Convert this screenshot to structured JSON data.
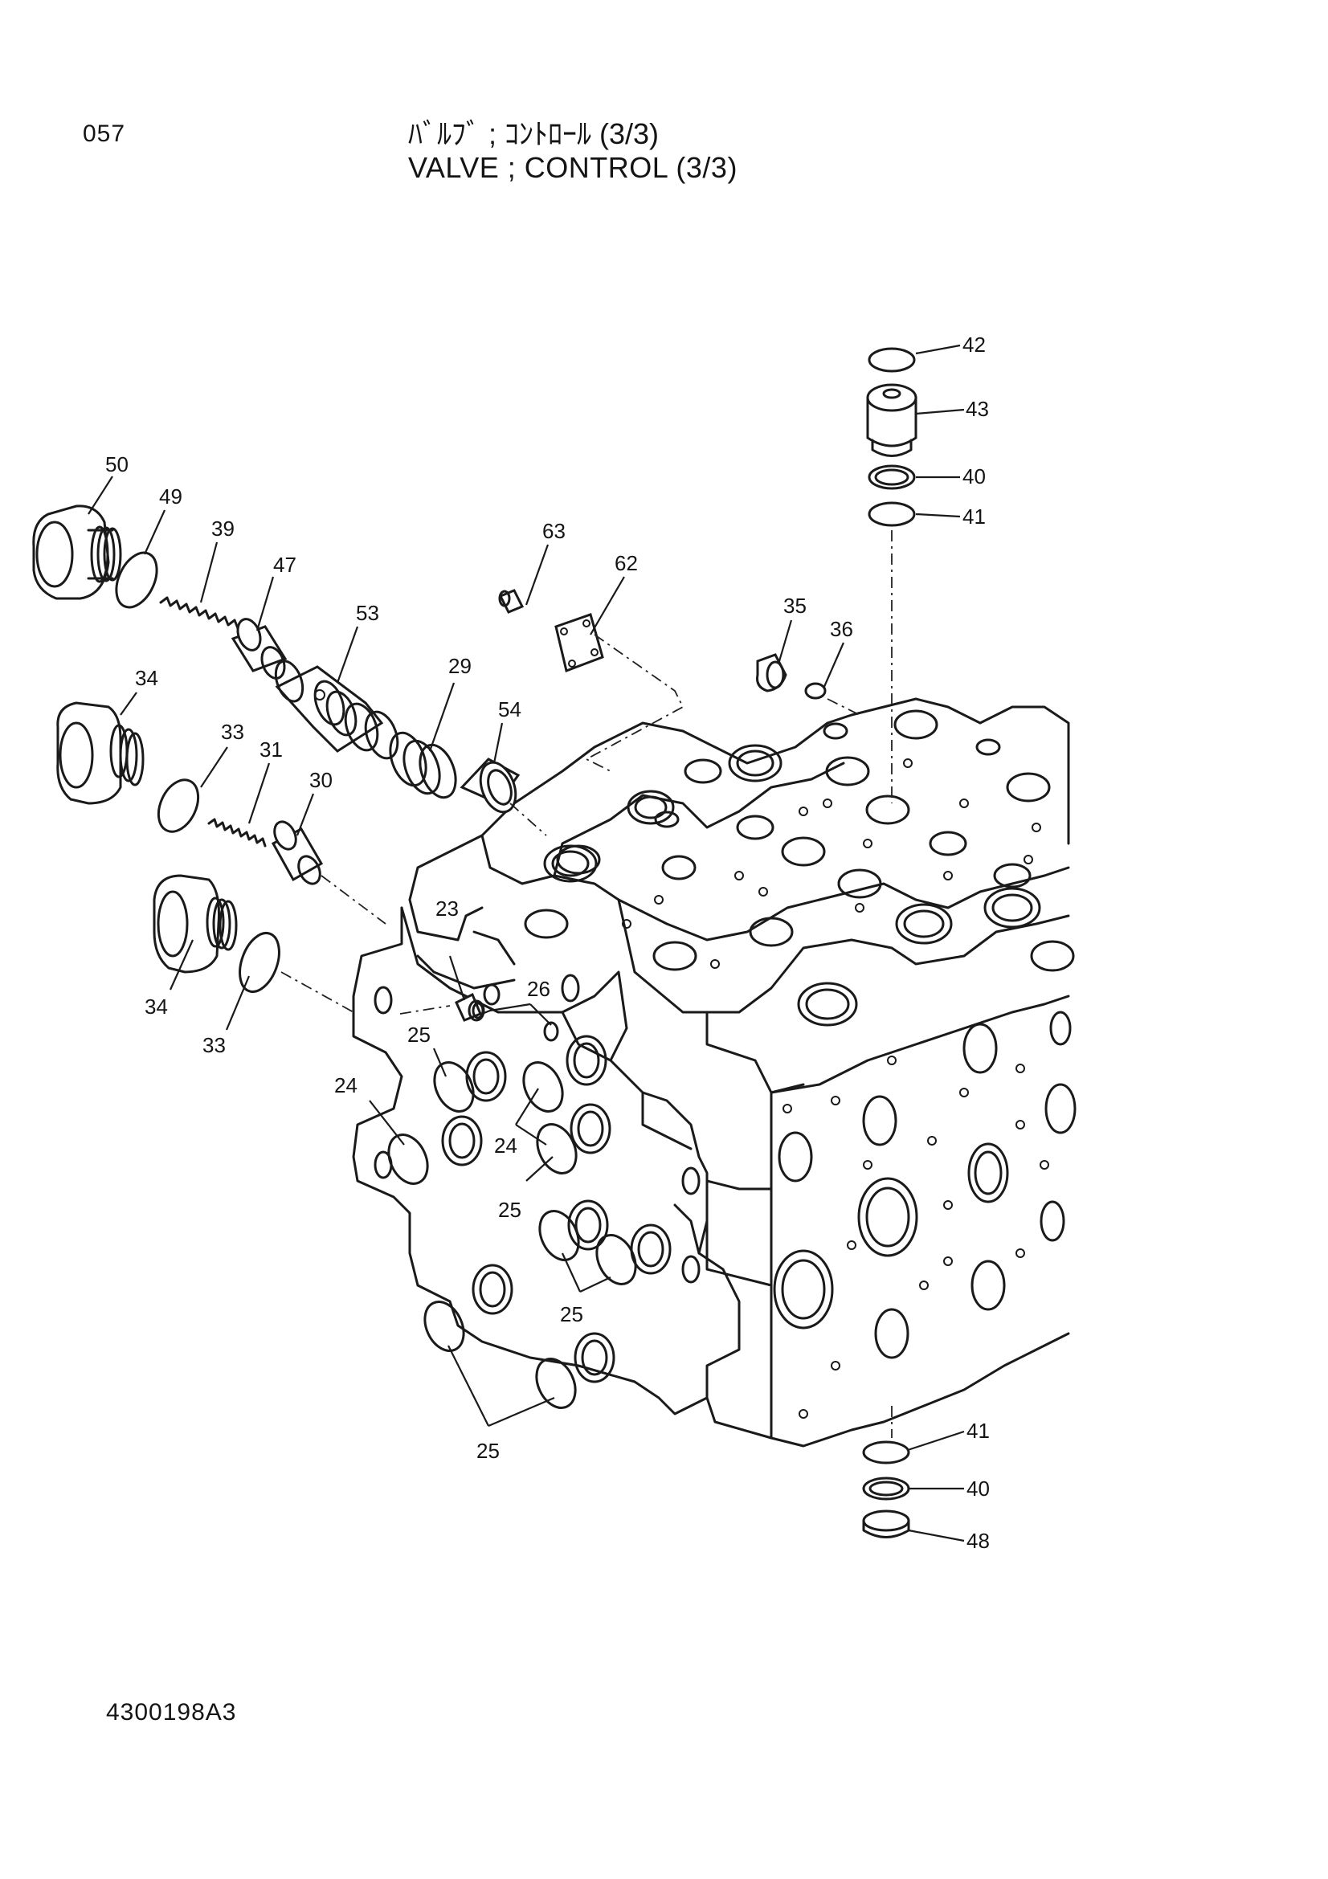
{
  "page_number": "057",
  "title_jp": "ﾊﾞﾙﾌﾞ ; ｺﾝﾄﾛｰﾙ (3/3)",
  "title_en": "VALVE ; CONTROL (3/3)",
  "document_code": "4300198A3",
  "callouts": {
    "c42": "42",
    "c43": "43",
    "c40a": "40",
    "c41a": "41",
    "c50": "50",
    "c49": "49",
    "c39": "39",
    "c47": "47",
    "c63": "63",
    "c62": "62",
    "c35": "35",
    "c36": "36",
    "c53": "53",
    "c29": "29",
    "c54": "54",
    "c34a": "34",
    "c33a": "33",
    "c31": "31",
    "c30": "30",
    "c23": "23",
    "c26": "26",
    "c34b": "34",
    "c33b": "33",
    "c25a": "25",
    "c24a": "24",
    "c24b": "24",
    "c25b": "25",
    "c25c": "25",
    "c25d": "25",
    "c41b": "41",
    "c40b": "40",
    "c48": "48"
  }
}
